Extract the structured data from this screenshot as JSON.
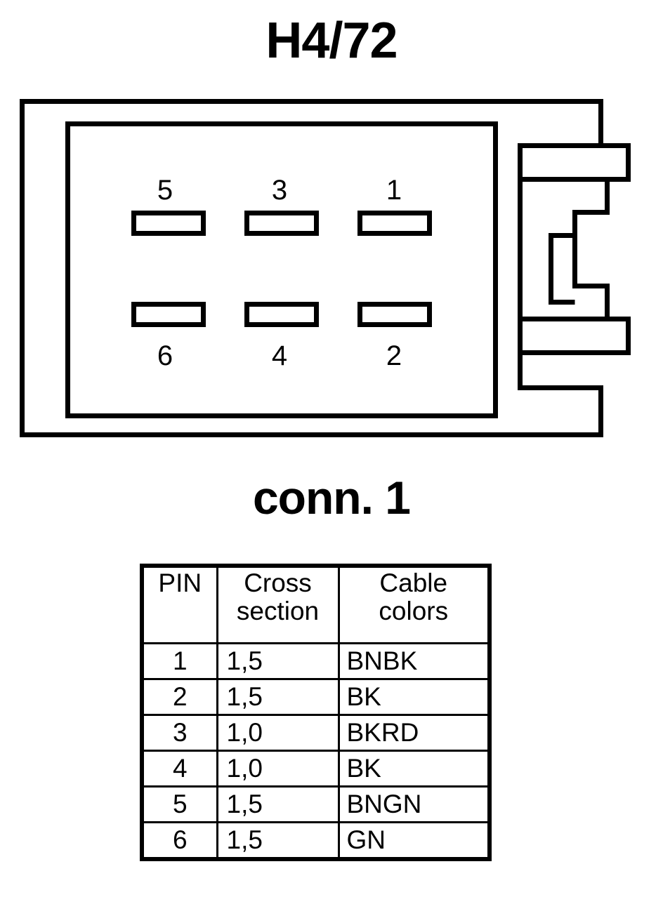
{
  "title": "H4/72",
  "subtitle": "conn. 1",
  "connector": {
    "name": "connector-housing-diagram",
    "pins_top": [
      {
        "label": "5"
      },
      {
        "label": "3"
      },
      {
        "label": "1"
      }
    ],
    "pins_bottom": [
      {
        "label": "6"
      },
      {
        "label": "4"
      },
      {
        "label": "2"
      }
    ],
    "stroke_color": "#000000",
    "fill_color": "#ffffff"
  },
  "table": {
    "headers": {
      "pin": "PIN",
      "cross_section_line1": "Cross",
      "cross_section_line2": "section",
      "cable_colors_line1": "Cable",
      "cable_colors_line2": "colors"
    },
    "rows": [
      {
        "pin": "1",
        "cross_section": "1,5",
        "cable_colors": "BNBK"
      },
      {
        "pin": "2",
        "cross_section": "1,5",
        "cable_colors": "BK"
      },
      {
        "pin": "3",
        "cross_section": "1,0",
        "cable_colors": "BKRD"
      },
      {
        "pin": "4",
        "cross_section": "1,0",
        "cable_colors": "BK"
      },
      {
        "pin": "5",
        "cross_section": "1,5",
        "cable_colors": "BNGN"
      },
      {
        "pin": "6",
        "cross_section": "1,5",
        "cable_colors": "GN"
      }
    ]
  }
}
